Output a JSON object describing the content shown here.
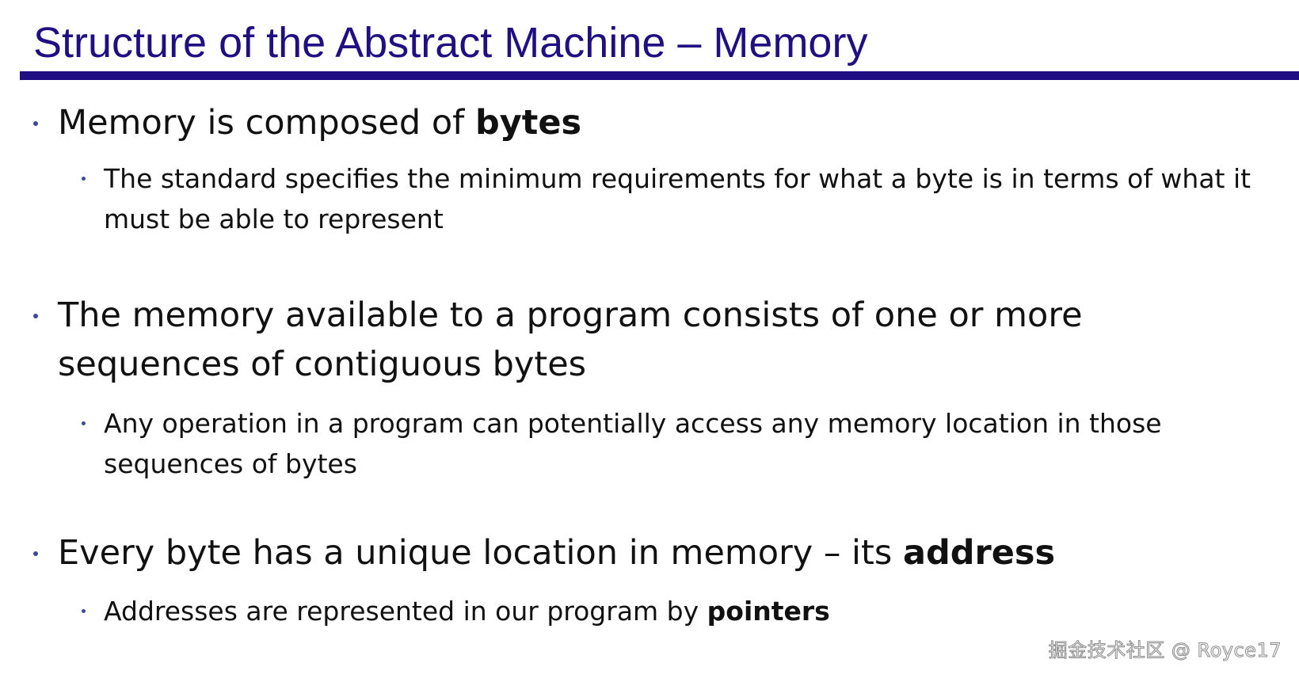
{
  "slide": {
    "title": "Structure of the Abstract Machine – Memory"
  },
  "bullets": [
    {
      "text": "Memory is composed of ",
      "bold": "bytes",
      "sub": {
        "text": "The standard specifies the minimum requirements for what a byte is in terms of what it must be able to represent"
      }
    },
    {
      "text": "The memory available to a program consists of one or more sequences of contiguous bytes",
      "sub": {
        "text": "Any operation in a program can potentially access any memory location in those sequences of bytes"
      }
    },
    {
      "text": "Every byte has a unique location in memory – its ",
      "bold": "address",
      "sub": {
        "text": "Addresses are represented in our program by ",
        "bold": "pointers"
      }
    }
  ],
  "watermark": {
    "text": "掘金技术社区 @ Royce17"
  },
  "colors": {
    "title": "#1f0f82",
    "rule": "#1f0f82",
    "body_text": "#111111",
    "bullet_dot": "#3a4aa0"
  }
}
